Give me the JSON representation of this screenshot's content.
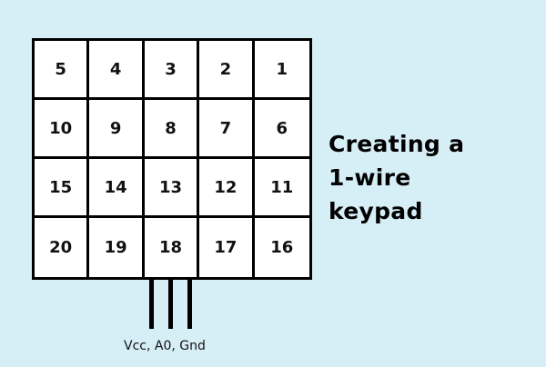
{
  "diagram": {
    "title_lines": [
      "Creating a",
      "1-wire",
      "keypad"
    ],
    "keypad": {
      "rows": [
        [
          "5",
          "4",
          "3",
          "2",
          "1"
        ],
        [
          "10",
          "9",
          "8",
          "7",
          "6"
        ],
        [
          "15",
          "14",
          "13",
          "12",
          "11"
        ],
        [
          "20",
          "19",
          "18",
          "17",
          "16"
        ]
      ]
    },
    "pins_label": "Vcc, A0, Gnd",
    "colors": {
      "background": "#d6eef6",
      "grid_line": "#000000",
      "key_fill": "#ffffff",
      "text": "#000000"
    }
  }
}
